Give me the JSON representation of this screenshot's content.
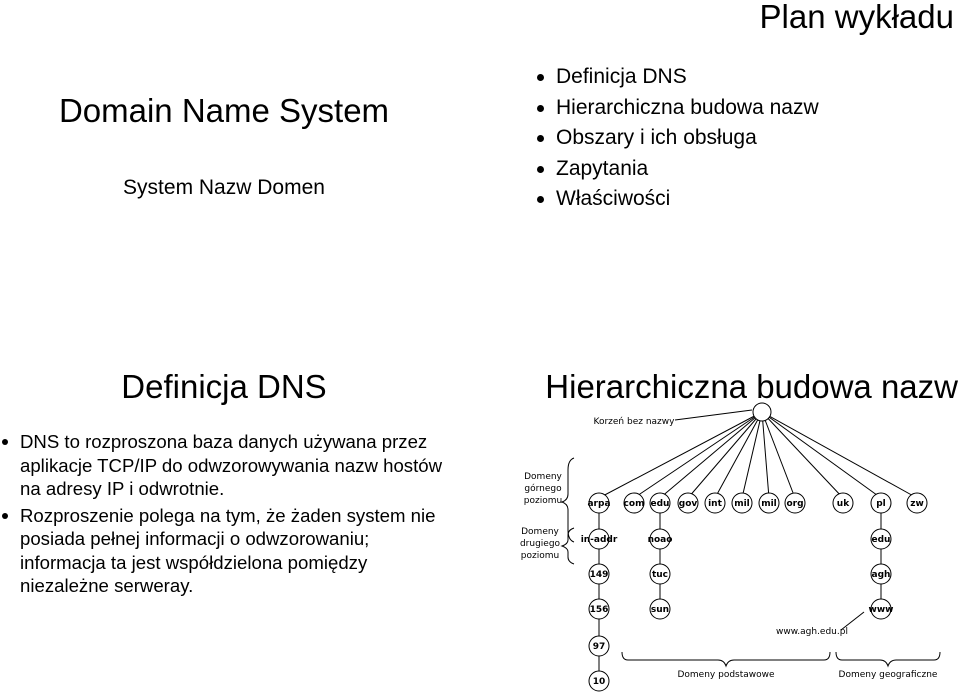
{
  "slide1": {
    "title": "Domain Name System",
    "subtitle": "System Nazw Domen"
  },
  "slide2": {
    "title": "Plan wykładu",
    "items": [
      "Definicja DNS",
      "Hierarchiczna budowa nazw",
      "Obszary i ich obsługa",
      "Zapytania",
      "Właściwości"
    ]
  },
  "slide3": {
    "title": "Definicja DNS",
    "bullets": [
      "DNS to rozproszona baza danych używana przez aplikacje TCP/IP do odwzorowywania nazw hostów na adresy IP i odwrotnie.",
      "Rozproszenie polega na tym, że żaden system nie posiada pełnej informacji o odwzorowaniu; informacja ta jest współdzielona pomiędzy niezależne serweray."
    ]
  },
  "slide4": {
    "title": "Hierarchiczna budowa nazw",
    "root_label": "Korzeń bez nazwy",
    "level_top": [
      "Domeny",
      "górnego",
      "poziomu"
    ],
    "level_second": [
      "Domeny",
      "drugiego",
      "poziomu"
    ],
    "top_domains": [
      "arpa",
      "com",
      "edu",
      "gov",
      "int",
      "mil",
      "mil",
      "org",
      "uk",
      "pl",
      "zw"
    ],
    "arpa_chain": [
      "in-addr",
      "149",
      "156",
      "97",
      "10"
    ],
    "edu_chain": [
      "noao",
      "tuc",
      "sun"
    ],
    "pl_chain": [
      "edu",
      "agh",
      "www"
    ],
    "example_label": "www.agh.edu.pl",
    "group_basic": "Domeny podstawowe",
    "group_geo": "Domeny geograficzne"
  }
}
